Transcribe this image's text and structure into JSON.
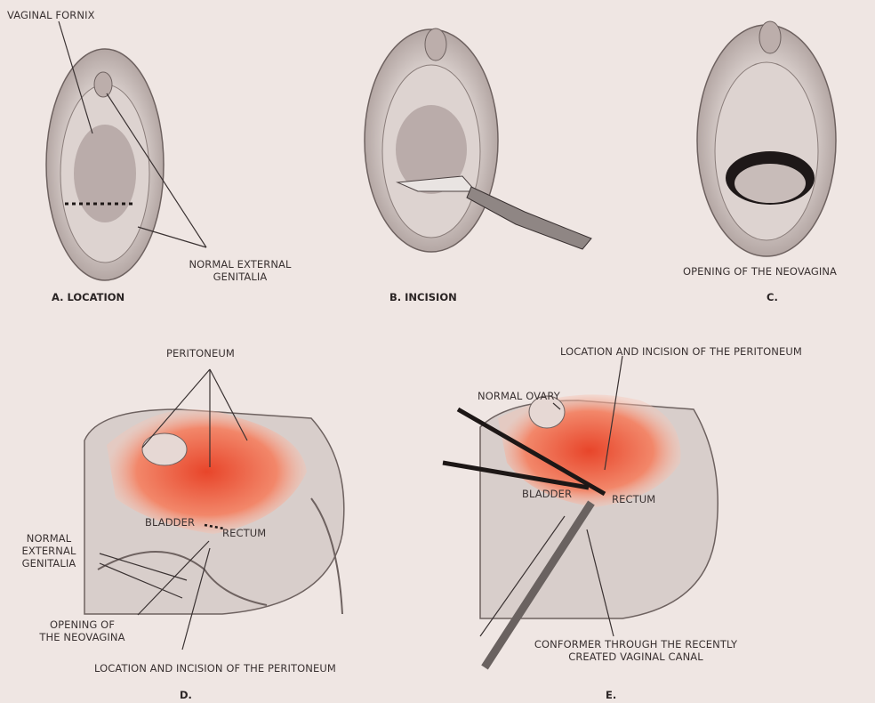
{
  "panels": {
    "a": {
      "caption": "A. LOCATION",
      "labels": {
        "fornix": "VAGINAL FORNIX",
        "genitalia_1": "NORMAL EXTERNAL",
        "genitalia_2": "GENITALIA"
      }
    },
    "b": {
      "caption": "B. INCISION"
    },
    "c": {
      "caption": "C.",
      "labels": {
        "opening": "OPENING OF THE NEOVAGINA"
      }
    },
    "d": {
      "caption": "D.",
      "labels": {
        "peritoneum": "PERITONEUM",
        "bladder": "BLADDER",
        "rectum": "RECTUM",
        "genitalia_1": "NORMAL",
        "genitalia_2": "EXTERNAL",
        "genitalia_3": "GENITALIA",
        "opening_1": "OPENING OF",
        "opening_2": "THE NEOVAGINA",
        "incision": "LOCATION AND INCISION OF THE PERITONEUM"
      }
    },
    "e": {
      "caption": "E.",
      "labels": {
        "incision": "LOCATION AND INCISION OF THE PERITONEUM",
        "ovary": "NORMAL OVARY",
        "bladder": "BLADDER",
        "rectum": "RECTUM",
        "conformer_1": "CONFORMER THROUGH THE RECENTLY",
        "conformer_2": "CREATED VAGINAL CANAL"
      }
    }
  },
  "colors": {
    "background": "#efe6e3",
    "tissue": "#c9bdba",
    "peritoneum": "#ef6a45",
    "line": "#3a3232"
  }
}
